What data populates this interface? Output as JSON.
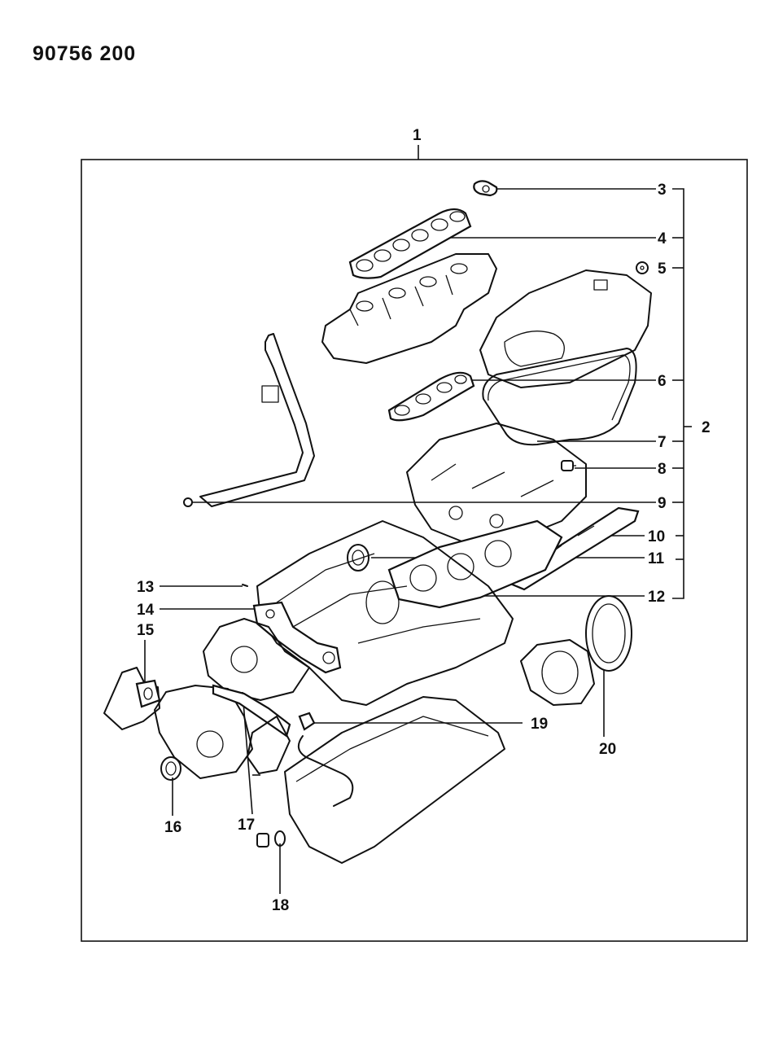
{
  "header": {
    "code": "90756 200"
  },
  "callouts": [
    {
      "id": 1,
      "label": "1"
    },
    {
      "id": 2,
      "label": "2"
    },
    {
      "id": 3,
      "label": "3"
    },
    {
      "id": 4,
      "label": "4"
    },
    {
      "id": 5,
      "label": "5"
    },
    {
      "id": 6,
      "label": "6"
    },
    {
      "id": 7,
      "label": "7"
    },
    {
      "id": 8,
      "label": "8"
    },
    {
      "id": 9,
      "label": "9"
    },
    {
      "id": 10,
      "label": "10"
    },
    {
      "id": 11,
      "label": "11"
    },
    {
      "id": 12,
      "label": "12"
    },
    {
      "id": 13,
      "label": "13"
    },
    {
      "id": 14,
      "label": "14"
    },
    {
      "id": 15,
      "label": "15"
    },
    {
      "id": 16,
      "label": "16"
    },
    {
      "id": 17,
      "label": "17"
    },
    {
      "id": 18,
      "label": "18"
    },
    {
      "id": 19,
      "label": "19"
    },
    {
      "id": 20,
      "label": "20"
    }
  ]
}
